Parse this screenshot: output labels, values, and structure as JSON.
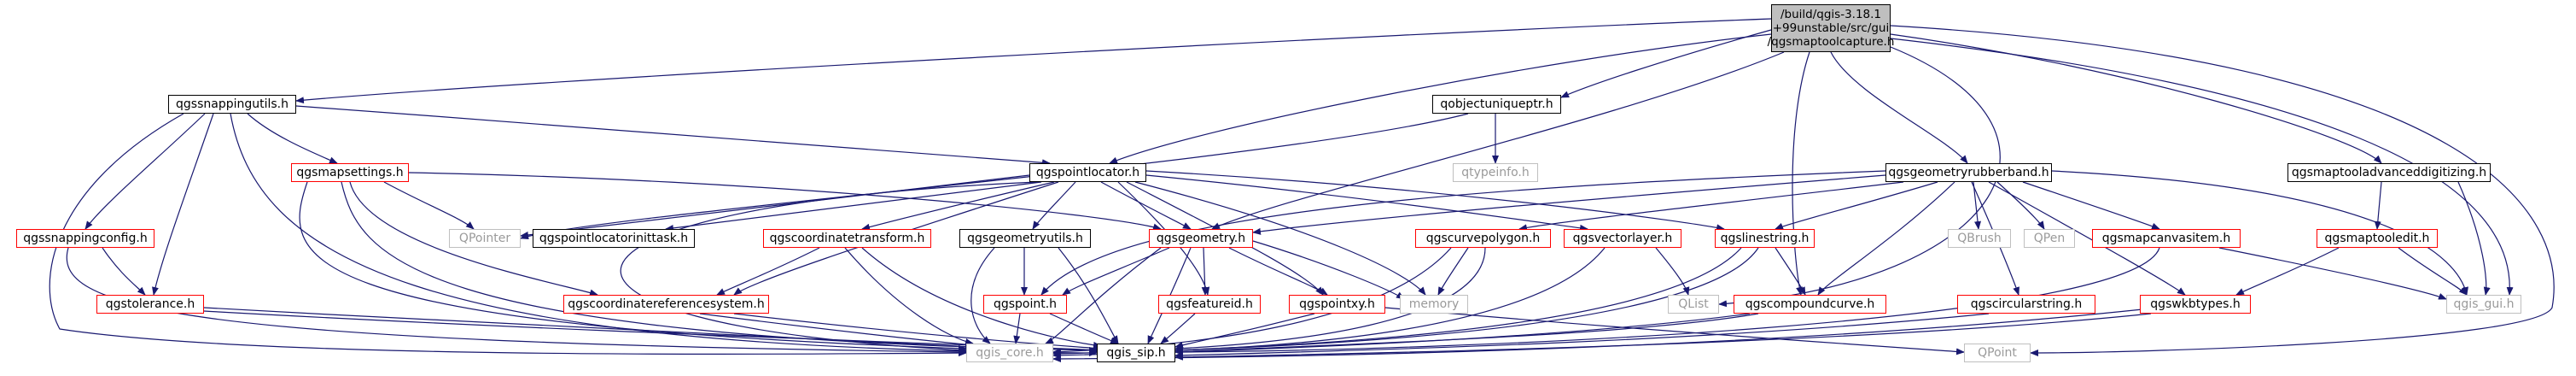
{
  "diagram": {
    "root": {
      "line1": "/build/qgis-3.18.1",
      "line2": "+99unstable/src/gui",
      "line3": "/qgsmaptoolcapture.h"
    },
    "colors": {
      "edge": "#191970",
      "documented_border": "#000000",
      "undocumented_border": "#ff0000",
      "external_border": "#bfbfbf",
      "external_text": "#9a9a9a",
      "root_fill": "#bfbfbf"
    },
    "nodes": {
      "qgssnappingutils": "qgssnappingutils.h",
      "qobjectuniqueptr": "qobjectuniqueptr.h",
      "qgspointlocator": "qgspointlocator.h",
      "qgsgeometryrubberband": "qgsgeometryrubberband.h",
      "qgsmaptooladvanceddigitizing": "qgsmaptooladvanceddigitizing.h",
      "qgsmapsettings": "qgsmapsettings.h",
      "qtypeinfo": "qtypeinfo.h",
      "qgssnappingconfig": "qgssnappingconfig.h",
      "qpointer": "QPointer",
      "qgspointlocatorinittask": "qgspointlocatorinittask.h",
      "qgscoordinatetransform": "qgscoordinatetransform.h",
      "qgsgeometryutils": "qgsgeometryutils.h",
      "qgsgeometry": "qgsgeometry.h",
      "qgscurvepolygon": "qgscurvepolygon.h",
      "qgsvectorlayer": "qgsvectorlayer.h",
      "qgslinestring": "qgslinestring.h",
      "qbrush": "QBrush",
      "qpen": "QPen",
      "qgsmapcanvasitem": "qgsmapcanvasitem.h",
      "qgsmaptooledit": "qgsmaptooledit.h",
      "qgstolerance": "qgstolerance.h",
      "qgscoordinatereferencesystem": "qgscoordinatereferencesystem.h",
      "qgspoint": "qgspoint.h",
      "qgsfeatureid": "qgsfeatureid.h",
      "qgspointxy": "qgspointxy.h",
      "memory": "memory",
      "qlist": "QList",
      "qgscompoundcurve": "qgscompoundcurve.h",
      "qgscircularstring": "qgscircularstring.h",
      "qgswkbtypes": "qgswkbtypes.h",
      "qgis_gui": "qgis_gui.h",
      "qgis_core": "qgis_core.h",
      "qgis_sip": "qgis_sip.h",
      "qpoint": "QPoint"
    }
  }
}
